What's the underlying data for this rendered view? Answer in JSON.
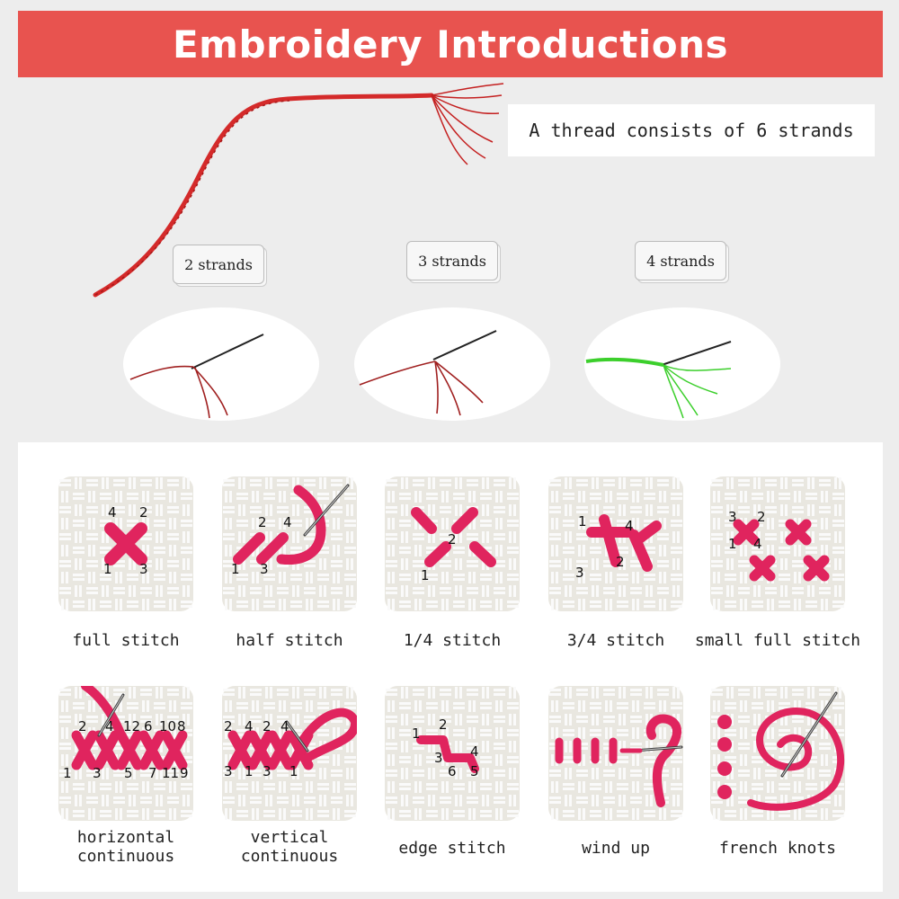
{
  "title": "Embroidery Introductions",
  "thread_note": "A thread consists of 6 strands",
  "strand_labels": [
    "2 strands",
    "3 strands",
    "4 strands"
  ],
  "colors": {
    "banner": "#e8534f",
    "thread_red": "#d42a2a",
    "thread_green": "#3ccf2c",
    "stitch_pink": "#e0245e"
  },
  "stitches": [
    {
      "caption": "full stitch",
      "icon": "full-stitch-icon",
      "nums": [
        "4",
        "2",
        "1",
        "3"
      ]
    },
    {
      "caption": "half stitch",
      "icon": "half-stitch-icon",
      "nums": [
        "2",
        "4",
        "1",
        "3"
      ]
    },
    {
      "caption": "1/4 stitch",
      "icon": "quarter-stitch-icon",
      "nums": [
        "2",
        "1"
      ]
    },
    {
      "caption": "3/4 stitch",
      "icon": "three-quarter-stitch-icon",
      "nums": [
        "1",
        "4",
        "2",
        "3"
      ]
    },
    {
      "caption": "small full stitch",
      "icon": "small-full-stitch-icon",
      "nums": [
        "3",
        "2",
        "1",
        "4"
      ]
    },
    {
      "caption": "horizontal continuous",
      "icon": "horizontal-continuous-icon",
      "nums": [
        "2",
        "4",
        "12",
        "6",
        "10",
        "8",
        "1",
        "3",
        "5",
        "7",
        "11",
        "9"
      ]
    },
    {
      "caption": "vertical continuous",
      "icon": "vertical-continuous-icon",
      "nums": [
        "2",
        "4",
        "2",
        "4",
        "3",
        "1",
        "3",
        "1"
      ]
    },
    {
      "caption": "edge stitch",
      "icon": "edge-stitch-icon",
      "nums": [
        "1",
        "2",
        "3",
        "4",
        "6",
        "5"
      ]
    },
    {
      "caption": "wind up",
      "icon": "wind-up-icon",
      "nums": []
    },
    {
      "caption": "french knots",
      "icon": "french-knots-icon",
      "nums": []
    }
  ]
}
